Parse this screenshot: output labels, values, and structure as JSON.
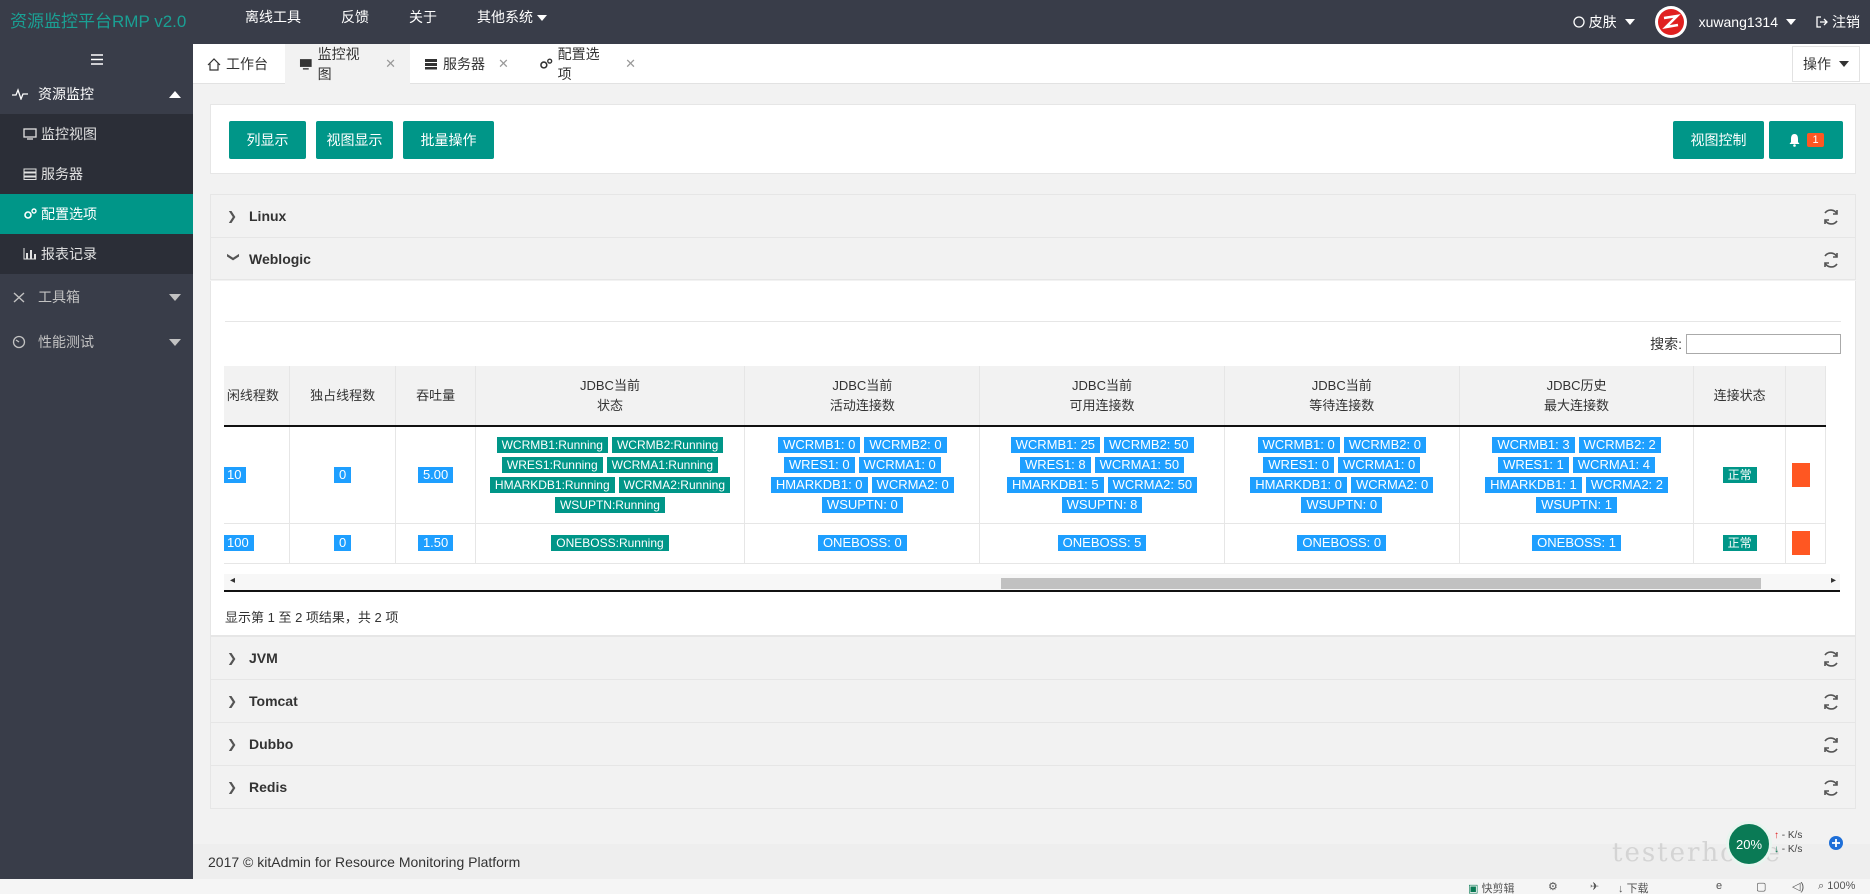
{
  "header": {
    "brand": "资源监控平台RMP v2.0",
    "nav": [
      "离线工具",
      "反馈",
      "关于",
      "其他系统"
    ],
    "skin": "皮肤",
    "username": "xuwang1314",
    "logout": "注销"
  },
  "sidebar": {
    "groups": [
      {
        "label": "资源监控",
        "expanded": true,
        "items": [
          {
            "label": "监控视图",
            "icon": "monitor-icon"
          },
          {
            "label": "服务器",
            "icon": "server-icon"
          },
          {
            "label": "配置选项",
            "icon": "gears-icon",
            "active": true
          },
          {
            "label": "报表记录",
            "icon": "chart-icon"
          }
        ]
      },
      {
        "label": "工具箱",
        "expanded": false
      },
      {
        "label": "性能测试",
        "expanded": false
      }
    ]
  },
  "tabs": [
    {
      "label": "工作台",
      "icon": "home-icon"
    },
    {
      "label": "监控视图",
      "icon": "monitor-icon",
      "active": true,
      "closable": true
    },
    {
      "label": "服务器",
      "icon": "server-icon",
      "closable": true
    },
    {
      "label": "配置选项",
      "icon": "gears-icon",
      "closable": true
    }
  ],
  "ops_label": "操作",
  "toolbar": {
    "list_view": "列显示",
    "card_view": "视图显示",
    "batch": "批量操作",
    "view_control": "视图控制",
    "alert_count": "1"
  },
  "panels": [
    "Linux",
    "Weblogic",
    "JVM",
    "Tomcat",
    "Dubbo",
    "Redis"
  ],
  "weblogic": {
    "search_label": "搜索:",
    "columns": [
      "闲线程数",
      "独占线程数",
      "吞吐量",
      "JDBC当前\n状态",
      "JDBC当前\n活动连接数",
      "JDBC当前\n可用连接数",
      "JDBC当前\n等待连接数",
      "JDBC历史\n最大连接数",
      "连接状态"
    ],
    "rows": [
      {
        "idle": "10",
        "hogging": "0",
        "throughput": "5.00",
        "jdbc_state": [
          "WCRMB1:Running",
          "WCRMB2:Running",
          "WRES1:Running",
          "WCRMA1:Running",
          "HMARKDB1:Running",
          "WCRMA2:Running",
          "WSUPTN:Running"
        ],
        "active": [
          "WCRMB1: 0",
          "WCRMB2: 0",
          "WRES1: 0",
          "WCRMA1: 0",
          "HMARKDB1: 0",
          "WCRMA2: 0",
          "WSUPTN: 0"
        ],
        "available": [
          "WCRMB1: 25",
          "WCRMB2: 50",
          "WRES1: 8",
          "WCRMA1: 50",
          "HMARKDB1: 5",
          "WCRMA2: 50",
          "WSUPTN: 8"
        ],
        "waiting": [
          "WCRMB1: 0",
          "WCRMB2: 0",
          "WRES1: 0",
          "WCRMA1: 0",
          "HMARKDB1: 0",
          "WCRMA2: 0",
          "WSUPTN: 0"
        ],
        "max": [
          "WCRMB1: 3",
          "WCRMB2: 2",
          "WRES1: 1",
          "WCRMA1: 4",
          "HMARKDB1: 1",
          "WCRMA2: 2",
          "WSUPTN: 1"
        ],
        "status": "正常"
      },
      {
        "idle": "100",
        "hogging": "0",
        "throughput": "1.50",
        "jdbc_state": [
          "ONEBOSS:Running"
        ],
        "active": [
          "ONEBOSS: 0"
        ],
        "available": [
          "ONEBOSS: 5"
        ],
        "waiting": [
          "ONEBOSS: 0"
        ],
        "max": [
          "ONEBOSS: 1"
        ],
        "status": "正常"
      }
    ],
    "info": "显示第 1 至 2 项结果，共 2 项"
  },
  "footer": {
    "year": "2017 ©",
    "brand": "kitAdmin",
    "text": "for Resource Monitoring Platform"
  },
  "widget": {
    "percent": "20%",
    "up": "- K/s",
    "down": "- K/s"
  },
  "watermark": "testerhome",
  "statusbar": {
    "clip": "快剪辑",
    "download": "下载",
    "zoom": "100%"
  },
  "colors": {
    "primary": "#009688",
    "dark": "#393d49",
    "label_blue": "#1e9fff",
    "danger": "#ff5722"
  }
}
